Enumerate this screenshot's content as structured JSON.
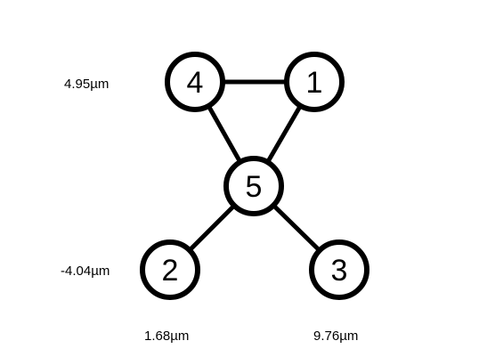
{
  "graph": {
    "nodes": [
      {
        "id": "4",
        "label": "4"
      },
      {
        "id": "1",
        "label": "1"
      },
      {
        "id": "5",
        "label": "5"
      },
      {
        "id": "2",
        "label": "2"
      },
      {
        "id": "3",
        "label": "3"
      }
    ],
    "edges": [
      {
        "from": "4",
        "to": "1"
      },
      {
        "from": "4",
        "to": "5"
      },
      {
        "from": "1",
        "to": "5"
      },
      {
        "from": "5",
        "to": "2"
      },
      {
        "from": "5",
        "to": "3"
      }
    ]
  },
  "axis_labels": {
    "y_top": "4.95µm",
    "y_bottom": "-4.04µm",
    "x_left": "1.68µm",
    "x_right": "9.76µm"
  },
  "colors": {
    "stroke": "#000000",
    "fill": "#ffffff"
  }
}
